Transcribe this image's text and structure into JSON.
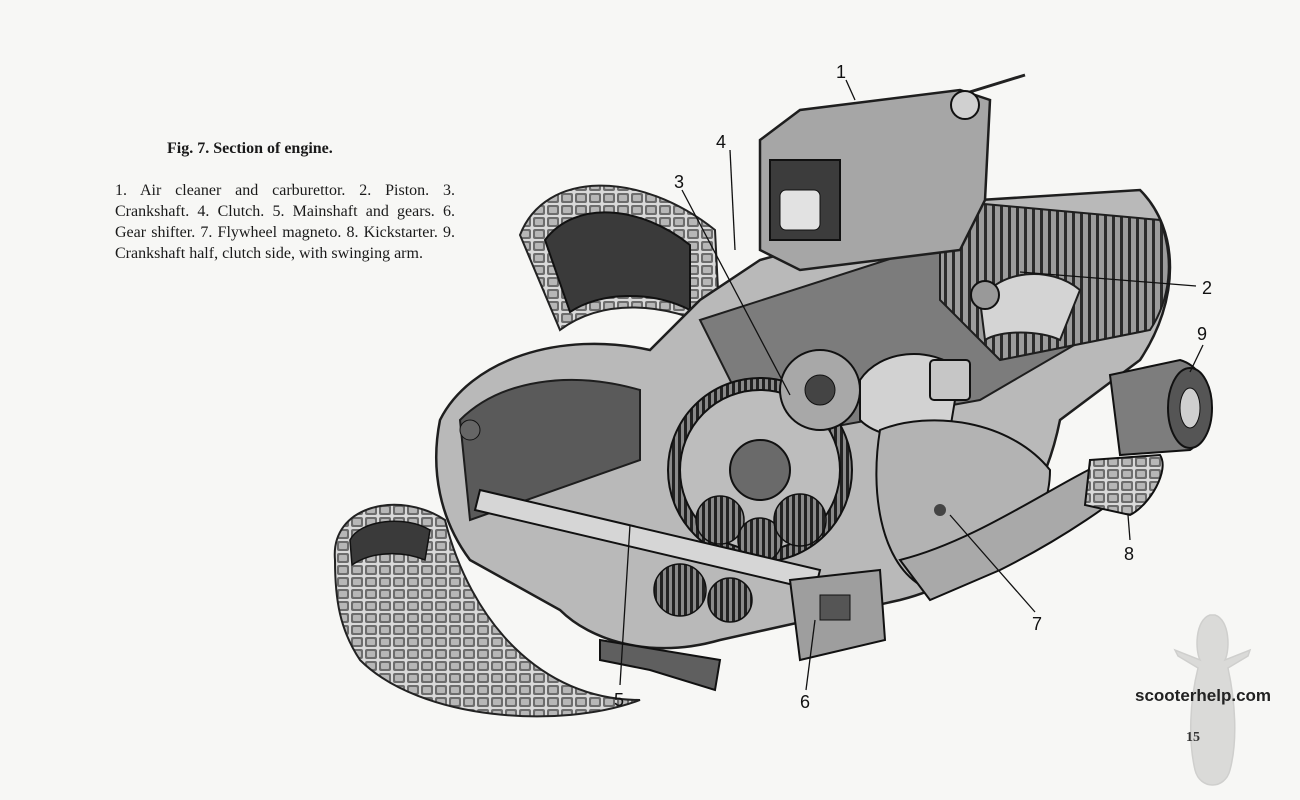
{
  "caption": {
    "title": "Fig. 7.  Section of engine.",
    "text": "1. Air cleaner and carburettor.  2. Piston.  3. Crankshaft.  4. Clutch. 5. Mainshaft and gears.  6. Gear shifter.  7. Flywheel magneto.  8. Kickstarter.  9. Crankshaft half, clutch side, with swinging arm."
  },
  "callouts": [
    "1",
    "2",
    "3",
    "4",
    "5",
    "6",
    "7",
    "8",
    "9"
  ],
  "watermark": "scooterhelp.com",
  "page_number": "15"
}
